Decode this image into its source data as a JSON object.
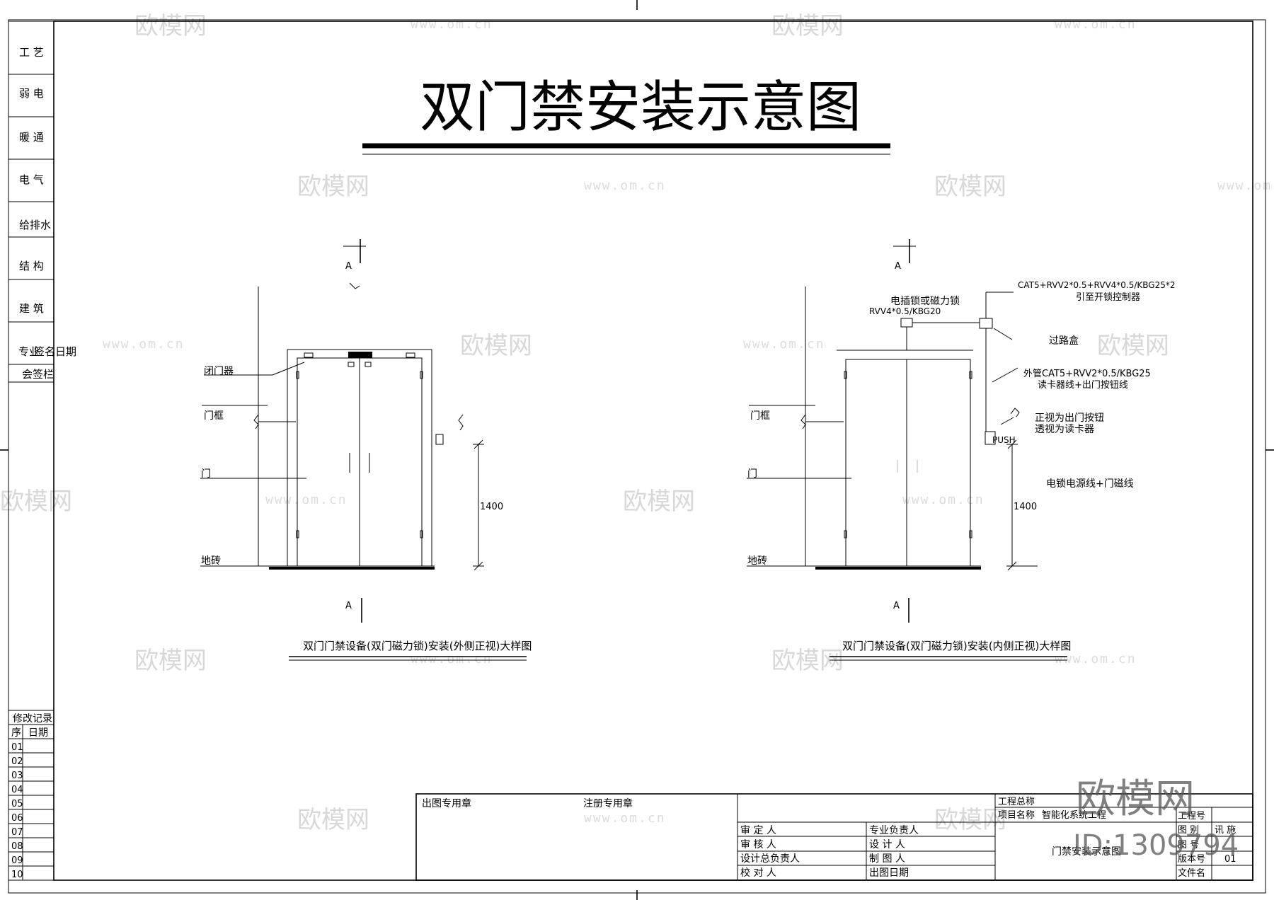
{
  "title": "双门禁安装示意图",
  "watermark": {
    "brand": "欧模网",
    "url": "www.om.cn",
    "corner_brand": "欧模网",
    "corner_id": "ID:1309794"
  },
  "sign_column": {
    "items": [
      "工 艺",
      "弱 电",
      "暖 通",
      "电 气",
      "给排水",
      "结 构",
      "建 筑"
    ],
    "header_a": "专业",
    "header_b": "签名",
    "header_c": "日期",
    "footer": "会签栏"
  },
  "revision": {
    "title": "修改记录",
    "col_seq": "序",
    "col_date": "日期",
    "rows": [
      "01",
      "02",
      "03",
      "04",
      "05",
      "06",
      "07",
      "08",
      "09",
      "10"
    ]
  },
  "left_view": {
    "section_mark": "A",
    "label_closer": "闭门器",
    "label_frame": "门框",
    "label_door": "门",
    "label_floor": "地砖",
    "dim_height": "1400",
    "caption": "双门门禁设备(双门磁力锁)安装(外侧正视)大样图"
  },
  "right_view": {
    "section_mark": "A",
    "label_frame": "门框",
    "label_door": "门",
    "label_floor": "地砖",
    "dim_height": "1400",
    "cable_top": "CAT5+RVV2*0.5+RVV4*0.5/KBG25*2",
    "cable_top_note": "引至开锁控制器",
    "lock_label": "电插锁或磁力锁",
    "lock_cable": "RVV4*0.5/KBG20",
    "junction_box": "过路盒",
    "outer_pipe": "外管CAT5+RVV2*0.5/KBG25",
    "outer_pipe_note": "读卡器线+出门按钮线",
    "button_note_1": "正视为出门按钮",
    "button_note_2": "透视为读卡器",
    "push_label": "PUSH",
    "power_note": "电锁电源线+门磁线",
    "caption": "双门门禁设备(双门磁力锁)安装(内侧正视)大样图"
  },
  "title_block": {
    "stamp_out": "出图专用章",
    "stamp_reg": "注册专用章",
    "approve": "审 定 人",
    "review": "审 核 人",
    "design_lead": "设计总负责人",
    "checker": "校 对 人",
    "discipline_lead": "专业负责人",
    "designer": "设 计 人",
    "drafter": "制 图 人",
    "issue_date": "出图日期",
    "project_total": "工程总称",
    "project_name_label": "项目名称",
    "project_name": "智能化系统工程",
    "drawing_name": "门禁安装示意图",
    "project_no": "工程号",
    "drawing_type": "图 别",
    "drawing_type_value": "讯 施",
    "drawing_no": "图 号",
    "version": "版本号",
    "version_value": "01",
    "file_name": "文件名"
  }
}
